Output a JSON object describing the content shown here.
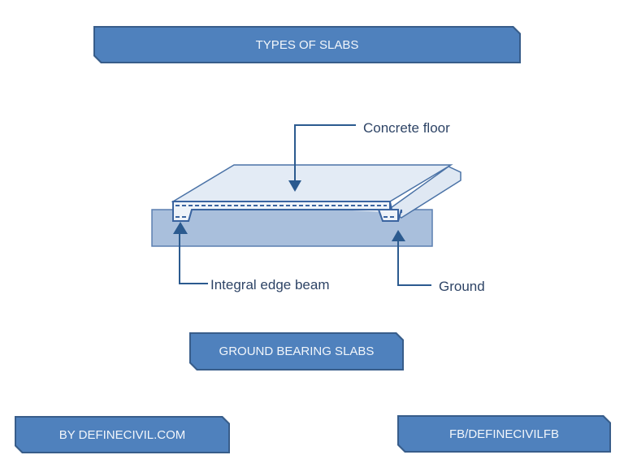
{
  "title": "TYPES OF SLABS",
  "subtitle": "GROUND BEARING SLABS",
  "footer_left": "BY DEFINECIVIL.COM",
  "footer_right": "FB/DEFINECIVILFB",
  "diagram": {
    "labels": {
      "concrete_floor": "Concrete floor",
      "integral_edge_beam": "Integral edge beam",
      "ground": "Ground"
    }
  },
  "colors": {
    "banner": "#4f81bd",
    "banner_border": "#385d8a",
    "ground": "#a9bfdc",
    "line": "#2b5a8f"
  }
}
